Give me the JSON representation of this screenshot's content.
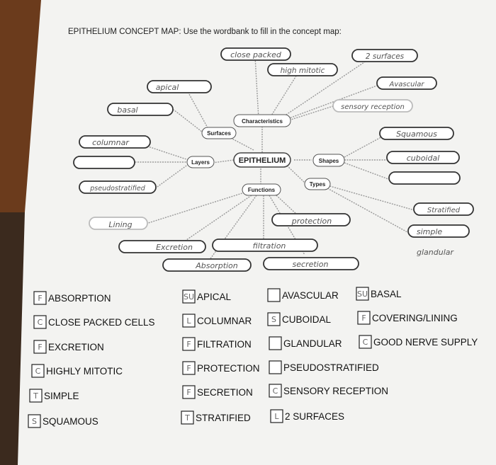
{
  "title": "EPITHELIUM CONCEPT MAP: Use the wordbank to fill in the concept map:",
  "center": "EPITHELIUM",
  "hubs": {
    "characteristics": "Characteristics",
    "surfaces": "Surfaces",
    "layers": "Layers",
    "shapes": "Shapes",
    "types": "Types",
    "functions": "Functions"
  },
  "answers": {
    "close_packed": "close packed",
    "high_mitotic": "high mitotic",
    "two_surfaces": "2 surfaces",
    "avascular": "Avascular",
    "sensory_reception": "sensory reception",
    "apical": "apical",
    "basal": "basal",
    "columnar": "columnar",
    "pseudostratified": "pseudostratified",
    "squamous": "Squamous",
    "cuboidal": "cuboidal",
    "stratified": "Stratified",
    "simple": "simple",
    "glandular": "glandular",
    "lining": "Lining",
    "protection": "protection",
    "excretion": "Excretion",
    "filtration": "filtration",
    "absorption": "Absorption",
    "secretion": "secretion"
  },
  "wordbank": [
    {
      "mark": "F",
      "label": "ABSORPTION"
    },
    {
      "mark": "C",
      "label": "CLOSE PACKED CELLS"
    },
    {
      "mark": "F",
      "label": "EXCRETION"
    },
    {
      "mark": "C",
      "label": "HIGHLY MITOTIC"
    },
    {
      "mark": "T",
      "label": "SIMPLE"
    },
    {
      "mark": "S",
      "label": "SQUAMOUS"
    },
    {
      "mark": "SU",
      "label": "APICAL"
    },
    {
      "mark": "L",
      "label": "COLUMNAR"
    },
    {
      "mark": "F",
      "label": "FILTRATION"
    },
    {
      "mark": "F",
      "label": "PROTECTION"
    },
    {
      "mark": "F",
      "label": "SECRETION"
    },
    {
      "mark": "T",
      "label": "STRATIFIED"
    },
    {
      "mark": "",
      "label": "AVASCULAR"
    },
    {
      "mark": "S",
      "label": "CUBOIDAL"
    },
    {
      "mark": "",
      "label": "GLANDULAR"
    },
    {
      "mark": "",
      "label": "PSEUDOSTRATIFIED"
    },
    {
      "mark": "C",
      "label": "SENSORY RECEPTION"
    },
    {
      "mark": "L",
      "label": "2 SURFACES"
    },
    {
      "mark": "SU",
      "label": "BASAL"
    },
    {
      "mark": "F",
      "label": "COVERING/LINING"
    },
    {
      "mark": "C",
      "label": "GOOD NERVE SUPPLY"
    }
  ]
}
